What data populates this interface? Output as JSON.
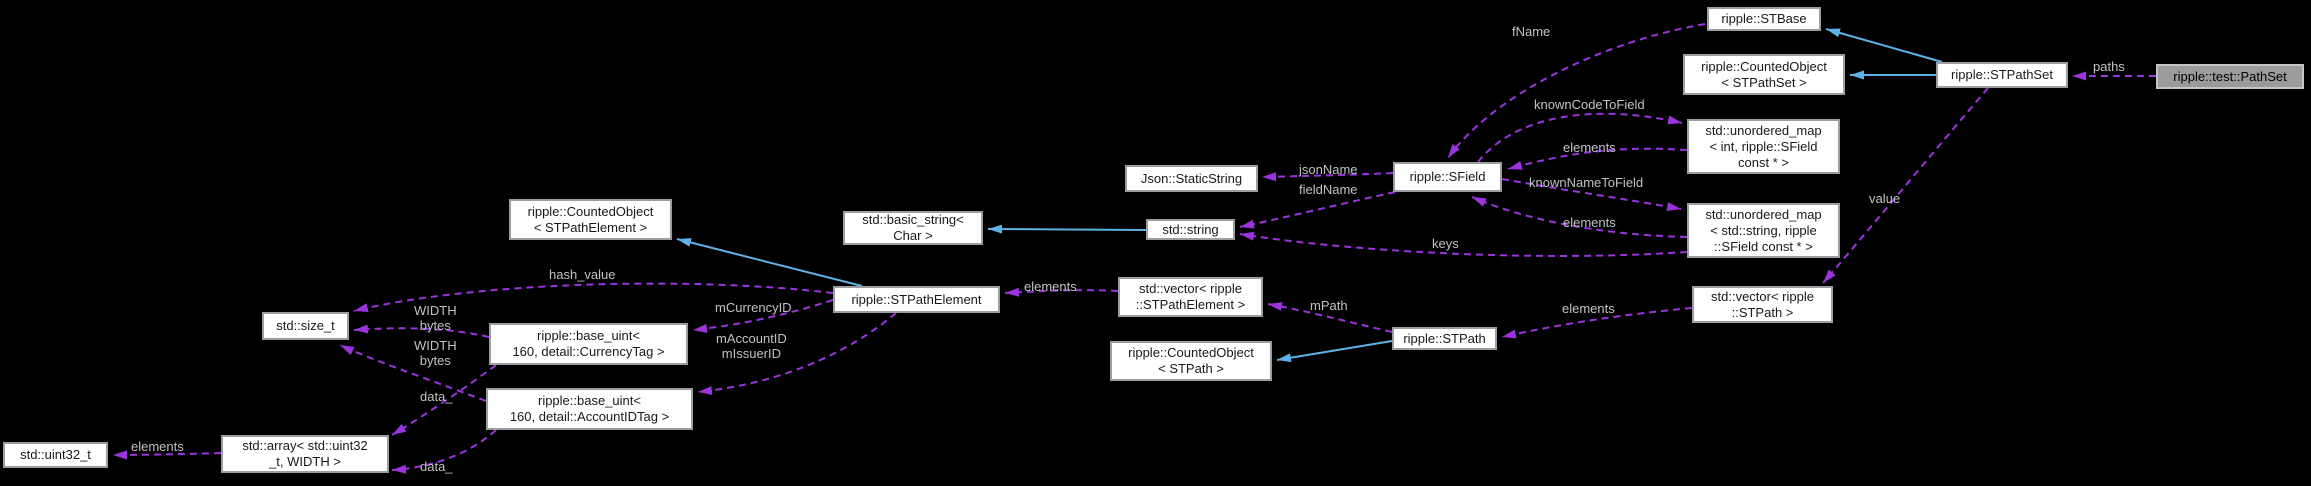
{
  "diagram": {
    "kind": "doxygen-collaboration-graph",
    "focus_node": "ripple::test::PathSet",
    "colors": {
      "background": "#000000",
      "node_fill": "#ffffff",
      "node_border": "#9a9ea3",
      "node_text": "#17191c",
      "highlight_fill": "#9b9b9b",
      "usage_edge": "#9b34dc",
      "inheritance_edge": "#5fb2e6",
      "edge_label": "#c2c2c2"
    }
  },
  "nodes": [
    {
      "id": "uint32",
      "label": "std::uint32_t"
    },
    {
      "id": "array",
      "label": "std::array< std::uint32\n_t, WIDTH >"
    },
    {
      "id": "size_t",
      "label": "std::size_t"
    },
    {
      "id": "base_uint_currency",
      "label": "ripple::base_uint<\n160, detail::CurrencyTag >"
    },
    {
      "id": "base_uint_account",
      "label": "ripple::base_uint<\n160, detail::AccountIDTag >"
    },
    {
      "id": "counted_stpathelement",
      "label": "ripple::CountedObject\n< STPathElement >"
    },
    {
      "id": "basic_string",
      "label": "std::basic_string<\nChar >"
    },
    {
      "id": "stpathelement",
      "label": "ripple::STPathElement"
    },
    {
      "id": "std_string",
      "label": "std::string"
    },
    {
      "id": "static_string",
      "label": "Json::StaticString"
    },
    {
      "id": "vector_stpathelement",
      "label": "std::vector< ripple\n::STPathElement >"
    },
    {
      "id": "counted_stpath",
      "label": "ripple::CountedObject\n< STPath >"
    },
    {
      "id": "stpath",
      "label": "ripple::STPath"
    },
    {
      "id": "sfield",
      "label": "ripple::SField"
    },
    {
      "id": "vector_stpath",
      "label": "std::vector< ripple\n::STPath >"
    },
    {
      "id": "map_int",
      "label": "std::unordered_map\n< int, ripple::SField\nconst * >"
    },
    {
      "id": "map_string",
      "label": "std::unordered_map\n< std::string, ripple\n::SField const * >"
    },
    {
      "id": "counted_stpathset",
      "label": "ripple::CountedObject\n< STPathSet >"
    },
    {
      "id": "stbase",
      "label": "ripple::STBase"
    },
    {
      "id": "stpathset",
      "label": "ripple::STPathSet"
    },
    {
      "id": "test_pathset",
      "label": "ripple::test::PathSet",
      "highlighted": true
    }
  ],
  "edge_labels": [
    {
      "text": "paths"
    },
    {
      "text": "fName"
    },
    {
      "text": "knownCodeToField"
    },
    {
      "text": "elements"
    },
    {
      "text": "knownNameToField"
    },
    {
      "text": "elements"
    },
    {
      "text": "jsonName"
    },
    {
      "text": "fieldName"
    },
    {
      "text": "keys"
    },
    {
      "text": "value"
    },
    {
      "text": "elements"
    },
    {
      "text": "mPath"
    },
    {
      "text": "elements"
    },
    {
      "text": "hash_value"
    },
    {
      "text": "mCurrencyID"
    },
    {
      "text": "mAccountID\nmIssuerID"
    },
    {
      "text": "WIDTH\nbytes"
    },
    {
      "text": "WIDTH\nbytes"
    },
    {
      "text": "data_"
    },
    {
      "text": "data_"
    },
    {
      "text": "elements"
    }
  ],
  "edges": [
    {
      "from": "ripple::test::PathSet",
      "to": "ripple::STPathSet",
      "label": "paths",
      "kind": "usage"
    },
    {
      "from": "ripple::STPathSet",
      "to": "ripple::STBase",
      "label": "",
      "kind": "inheritance"
    },
    {
      "from": "ripple::STPathSet",
      "to": "ripple::CountedObject< STPathSet >",
      "label": "",
      "kind": "inheritance"
    },
    {
      "from": "ripple::STBase",
      "to": "ripple::SField",
      "label": "fName",
      "kind": "usage"
    },
    {
      "from": "ripple::SField",
      "to": "std::unordered_map< int, ripple::SField const * >",
      "label": "knownCodeToField",
      "kind": "usage"
    },
    {
      "from": "std::unordered_map< int, ripple::SField const * >",
      "to": "ripple::SField",
      "label": "elements",
      "kind": "usage"
    },
    {
      "from": "ripple::SField",
      "to": "std::unordered_map< std::string, ripple::SField const * >",
      "label": "knownNameToField",
      "kind": "usage"
    },
    {
      "from": "std::unordered_map< std::string, ripple::SField const * >",
      "to": "ripple::SField",
      "label": "elements",
      "kind": "usage"
    },
    {
      "from": "ripple::SField",
      "to": "Json::StaticString",
      "label": "jsonName",
      "kind": "usage"
    },
    {
      "from": "ripple::SField",
      "to": "std::string",
      "label": "fieldName",
      "kind": "usage"
    },
    {
      "from": "std::unordered_map< std::string, ripple::SField const * >",
      "to": "std::string",
      "label": "keys",
      "kind": "usage"
    },
    {
      "from": "std::string",
      "to": "std::basic_string< Char >",
      "label": "",
      "kind": "inheritance"
    },
    {
      "from": "ripple::STPathSet",
      "to": "std::vector< ripple::STPath >",
      "label": "value",
      "kind": "usage"
    },
    {
      "from": "std::vector< ripple::STPath >",
      "to": "ripple::STPath",
      "label": "elements",
      "kind": "usage"
    },
    {
      "from": "ripple::STPath",
      "to": "ripple::CountedObject< STPath >",
      "label": "",
      "kind": "inheritance"
    },
    {
      "from": "ripple::STPath",
      "to": "std::vector< ripple::STPathElement >",
      "label": "mPath",
      "kind": "usage"
    },
    {
      "from": "std::vector< ripple::STPathElement >",
      "to": "ripple::STPathElement",
      "label": "elements",
      "kind": "usage"
    },
    {
      "from": "ripple::STPathElement",
      "to": "ripple::CountedObject< STPathElement >",
      "label": "",
      "kind": "inheritance"
    },
    {
      "from": "ripple::STPathElement",
      "to": "std::size_t",
      "label": "hash_value",
      "kind": "usage"
    },
    {
      "from": "ripple::STPathElement",
      "to": "ripple::base_uint< 160, detail::CurrencyTag >",
      "label": "mCurrencyID",
      "kind": "usage"
    },
    {
      "from": "ripple::STPathElement",
      "to": "ripple::base_uint< 160, detail::AccountIDTag >",
      "label": "mAccountID mIssuerID",
      "kind": "usage"
    },
    {
      "from": "ripple::base_uint< 160, detail::CurrencyTag >",
      "to": "std::size_t",
      "label": "WIDTH bytes",
      "kind": "usage"
    },
    {
      "from": "ripple::base_uint< 160, detail::AccountIDTag >",
      "to": "std::size_t",
      "label": "WIDTH bytes",
      "kind": "usage"
    },
    {
      "from": "ripple::base_uint< 160, detail::CurrencyTag >",
      "to": "std::array< std::uint32_t, WIDTH >",
      "label": "data_",
      "kind": "usage"
    },
    {
      "from": "ripple::base_uint< 160, detail::AccountIDTag >",
      "to": "std::array< std::uint32_t, WIDTH >",
      "label": "data_",
      "kind": "usage"
    },
    {
      "from": "std::array< std::uint32_t, WIDTH >",
      "to": "std::uint32_t",
      "label": "elements",
      "kind": "usage"
    }
  ]
}
